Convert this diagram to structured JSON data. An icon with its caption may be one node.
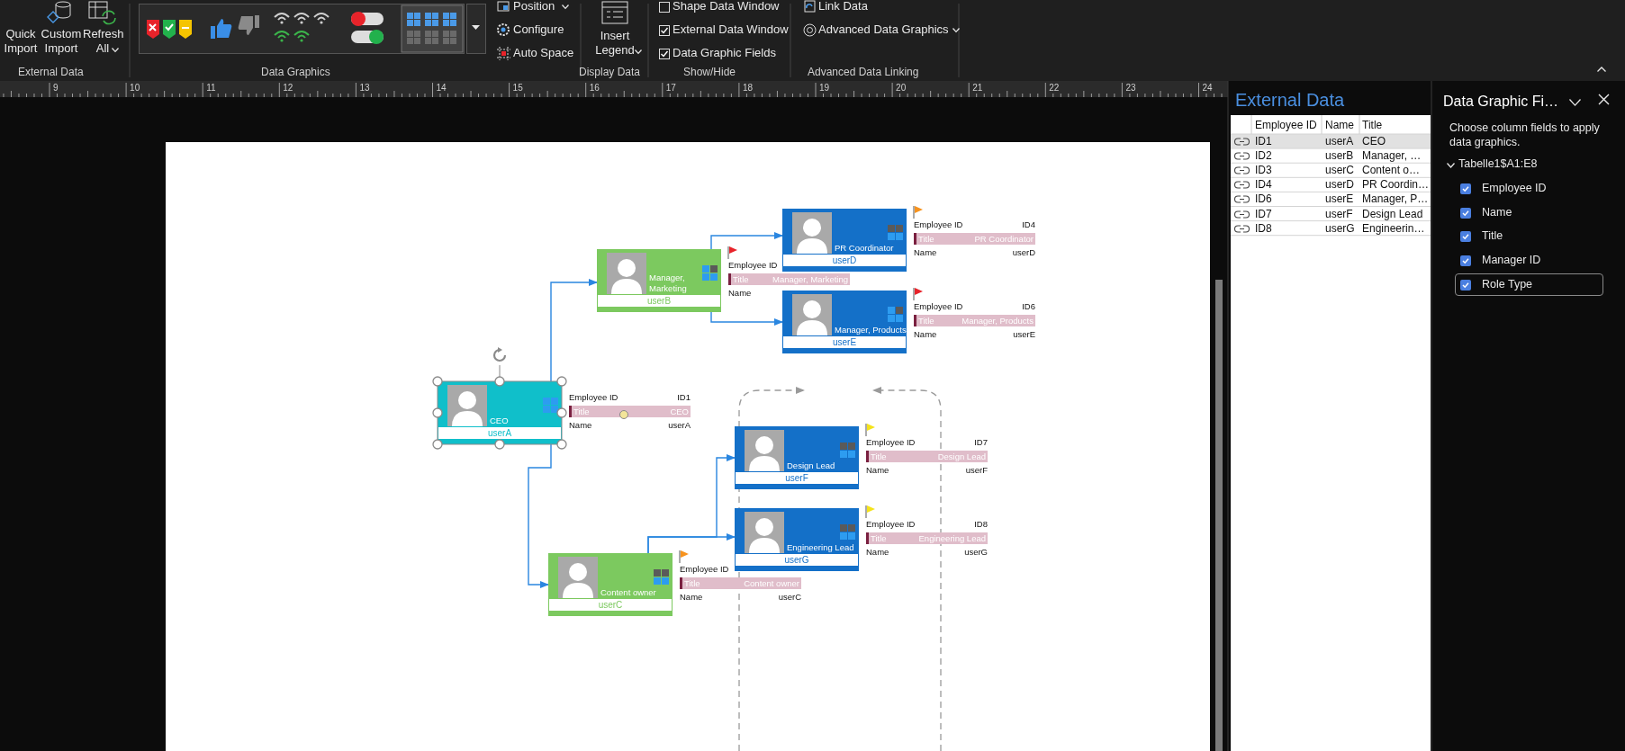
{
  "diagram": {
    "nodes": [
      {
        "text": [
          "CEO",
          "userA"
        ],
        "beside": [
          "Employee ID",
          "ID1",
          "Title",
          "CEO",
          "Name",
          "userA"
        ]
      },
      {
        "text": [
          "Manager, Marketing",
          "userB"
        ],
        "beside": [
          "Employee ID",
          "Title",
          "Manager, Marketing",
          "Name"
        ]
      },
      {
        "text": [
          "Content owner",
          "userC"
        ],
        "beside": [
          "Employee ID",
          "Title",
          "Content owner",
          "Name",
          "userC"
        ]
      },
      {
        "text": [
          "PR Coordinator",
          "userD"
        ],
        "beside": [
          "Employee ID",
          "ID4",
          "Title",
          "PR Coordinator",
          "Name",
          "userD"
        ]
      },
      {
        "text": [
          "Manager, Products",
          "userE"
        ],
        "beside": [
          "Employee ID",
          "ID6",
          "Title",
          "Manager, Products",
          "Name",
          "userE"
        ]
      },
      {
        "text": [
          "Design Lead",
          "userF"
        ],
        "beside": [
          "Employee ID",
          "ID7",
          "Title",
          "Design Lead",
          "Name",
          "userF"
        ]
      },
      {
        "text": [
          "Engineering Lead",
          "userG"
        ],
        "beside": [
          "Employee ID",
          "ID8",
          "Title",
          "Engineering Lead",
          "Name",
          "userG"
        ]
      }
    ],
    "edges": [
      {
        "from": 0,
        "to": 1,
        "arrow": "to"
      },
      {
        "from": 0,
        "to": 2,
        "arrow": "to"
      },
      {
        "from": 1,
        "to": 3,
        "arrow": "to"
      },
      {
        "from": 1,
        "to": 4,
        "arrow": "to"
      },
      {
        "from": 2,
        "to": 5,
        "arrow": "to"
      },
      {
        "from": 2,
        "to": 6,
        "arrow": "to"
      }
    ],
    "labels": [
      "Quick Import",
      "Custom Import",
      "Refresh All",
      "External Data",
      "Position",
      "Configure",
      "Auto Space",
      "Data Graphics",
      "Insert Legend",
      "Display Data",
      "Shape Data Window",
      "External Data Window",
      "Data Graphic Fields",
      "Show/Hide",
      "Link Data",
      "Advanced Data Graphics",
      "Advanced Data Linking",
      "9",
      "10",
      "11",
      "12",
      "13",
      "14",
      "15",
      "16",
      "17",
      "18",
      "19",
      "20",
      "21",
      "22",
      "23",
      "24",
      "External Data",
      "Employee ID",
      "Name",
      "Title",
      "ID1",
      "userA",
      "CEO",
      "ID2",
      "userB",
      "Manager, …",
      "ID3",
      "userC",
      "Content o…",
      "ID4",
      "userD",
      "PR Coordin…",
      "ID6",
      "userE",
      "Manager, P…",
      "ID7",
      "userF",
      "Design Lead",
      "ID8",
      "userG",
      "Engineerin…",
      "Data Graphic Fi…",
      "Choose column fields to apply data graphics.",
      "Tabelle1$A1:E8",
      "Employee ID",
      "Name",
      "Title",
      "Manager ID",
      "Role Type"
    ]
  }
}
